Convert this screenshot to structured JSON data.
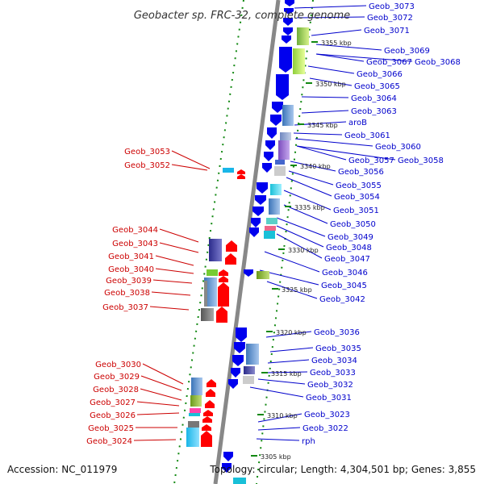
{
  "title": "Geobacter sp. FRC-32, complete genome",
  "footer": {
    "accession": "Accession: NC_011979",
    "stats": "Topology: circular; Length: 4,304,501 bp; Genes: 3,855"
  },
  "colors": {
    "forward_label": "#cc0000",
    "reverse_label": "#0000cc",
    "backbone": "#888888",
    "tick": "#118811",
    "forward_arrow": "#ff0000",
    "reverse_arrow": "#0000ee"
  },
  "kbp_marks": [
    "3355 kbp",
    "3350 kbp",
    "3345 kbp",
    "3340 kbp",
    "3335 kbp",
    "3330 kbp",
    "3325 kbp",
    "3320 kbp",
    "3315 kbp",
    "3310 kbp",
    "3305 kbp"
  ],
  "right_labels": [
    "Geob_3073",
    "Geob_3072",
    "Geob_3071",
    "Geob_3069",
    "Geob_3067",
    "Geob_3068",
    "Geob_3066",
    "Geob_3065",
    "Geob_3064",
    "Geob_3063",
    "aroB",
    "Geob_3061",
    "Geob_3060",
    "Geob_3057",
    "Geob_3058",
    "Geob_3056",
    "Geob_3055",
    "Geob_3054",
    "Geob_3051",
    "Geob_3050",
    "Geob_3049",
    "Geob_3048",
    "Geob_3047",
    "Geob_3046",
    "Geob_3045",
    "Geob_3042",
    "Geob_3036",
    "Geob_3035",
    "Geob_3034",
    "Geob_3033",
    "Geob_3032",
    "Geob_3031",
    "Geob_3023",
    "Geob_3022",
    "rph"
  ],
  "left_labels": [
    "Geob_3053",
    "Geob_3052",
    "Geob_3044",
    "Geob_3043",
    "Geob_3041",
    "Geob_3040",
    "Geob_3039",
    "Geob_3038",
    "Geob_3037",
    "Geob_3030",
    "Geob_3029",
    "Geob_3028",
    "Geob_3027",
    "Geob_3026",
    "Geob_3025",
    "Geob_3024"
  ]
}
